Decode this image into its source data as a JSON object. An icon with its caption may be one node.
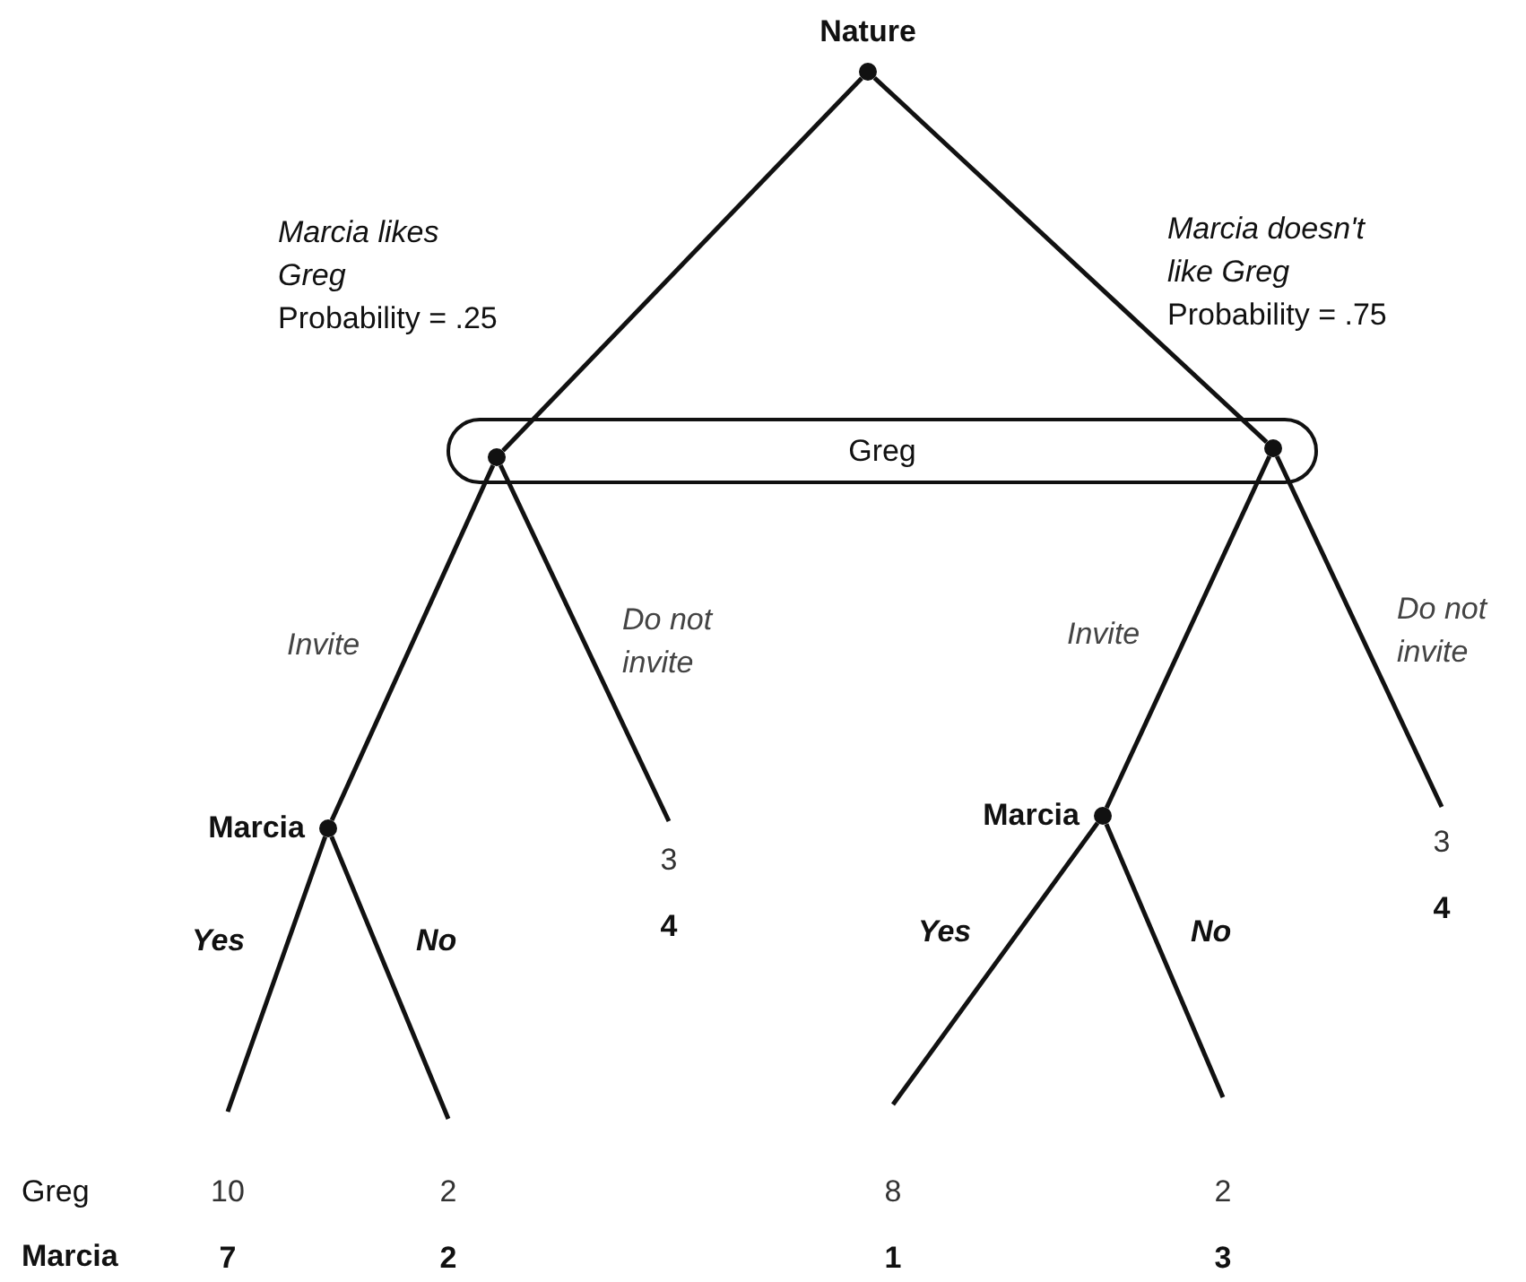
{
  "diagram": {
    "nodes": [
      {
        "text": [
          "Nature"
        ]
      },
      {
        "text": [
          "Greg"
        ]
      },
      {
        "text": [],
        "shape": "circle",
        "in": 1
      },
      {
        "text": [],
        "shape": "circle",
        "in": 1
      },
      {
        "text": [
          "Marcia"
        ]
      },
      {
        "text": [
          "3",
          "4"
        ]
      },
      {
        "text": [
          "Marcia"
        ]
      },
      {
        "text": [
          "3",
          "4"
        ]
      },
      {
        "text": [
          "10",
          "7"
        ]
      },
      {
        "text": [
          "2",
          "2"
        ]
      },
      {
        "text": [
          "8",
          "1"
        ]
      },
      {
        "text": [
          "2",
          "3"
        ]
      }
    ],
    "edges": [
      {
        "from": 0,
        "to": 2,
        "arrow": "none",
        "label": "*Marcia likes Greg* Probability = .25"
      },
      {
        "from": 0,
        "to": 3,
        "arrow": "none",
        "label": "*Marcia doesn't like Greg* Probability = .75"
      },
      {
        "from": 2,
        "to": 4,
        "arrow": "none",
        "label": "Invite"
      },
      {
        "from": 2,
        "to": 5,
        "arrow": "none",
        "label": "Do not invite"
      },
      {
        "from": 3,
        "to": 6,
        "arrow": "none",
        "label": "Invite"
      },
      {
        "from": 3,
        "to": 7,
        "arrow": "none",
        "label": "Do not invite"
      },
      {
        "from": 4,
        "to": 8,
        "arrow": "none",
        "label": "Yes"
      },
      {
        "from": 4,
        "to": 9,
        "arrow": "none",
        "label": "No"
      },
      {
        "from": 6,
        "to": 10,
        "arrow": "none",
        "label": "Yes"
      },
      {
        "from": 6,
        "to": 11,
        "arrow": "none",
        "label": "No"
      }
    ],
    "labels": [
      "Greg",
      "Marcia"
    ]
  }
}
